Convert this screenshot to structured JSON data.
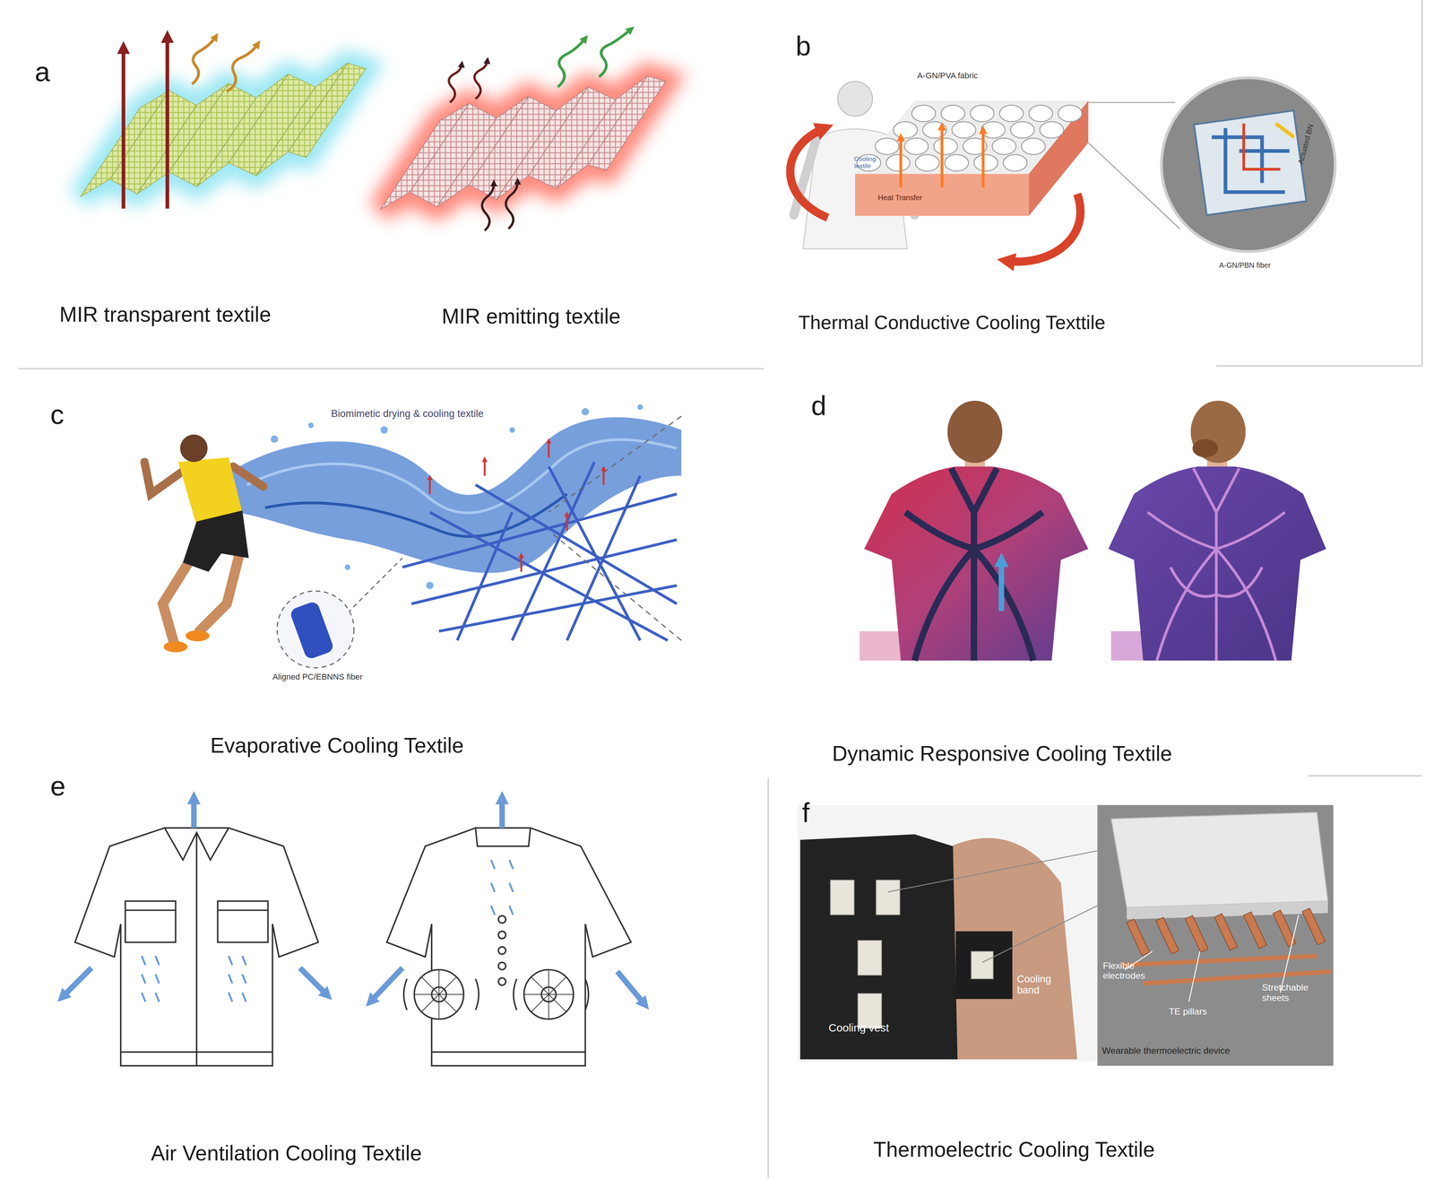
{
  "diagram": {
    "nodes": [
      {
        "text": [
          "a",
          "MIR transparent textile",
          "MIR emitting textile"
        ]
      },
      {
        "text": [
          "b",
          "Thermal Conductive Cooling Texttile"
        ]
      },
      {
        "text": [
          "c",
          "Evaporative Cooling Textile"
        ]
      },
      {
        "text": [
          "d",
          "Dynamic Responsive Cooling Textile"
        ]
      },
      {
        "text": [
          "e",
          "Air Ventilation Cooling Textile"
        ]
      },
      {
        "text": [
          "f",
          "Thermoelectric Cooling Textile"
        ]
      }
    ],
    "labels": [
      "A-GN/PVA fabric",
      "Cooling textile",
      "Heat Transfer",
      "Actuated BN",
      "A-GN/PBN fiber",
      "Biomimetic drying & cooling textile",
      "Aligned PC/EBNNS fiber",
      "Cooling vest",
      "Cooling band",
      "Flexible electrodes",
      "TE pillars",
      "Stretchable sheets",
      "Wearable thermoelectric device"
    ]
  }
}
